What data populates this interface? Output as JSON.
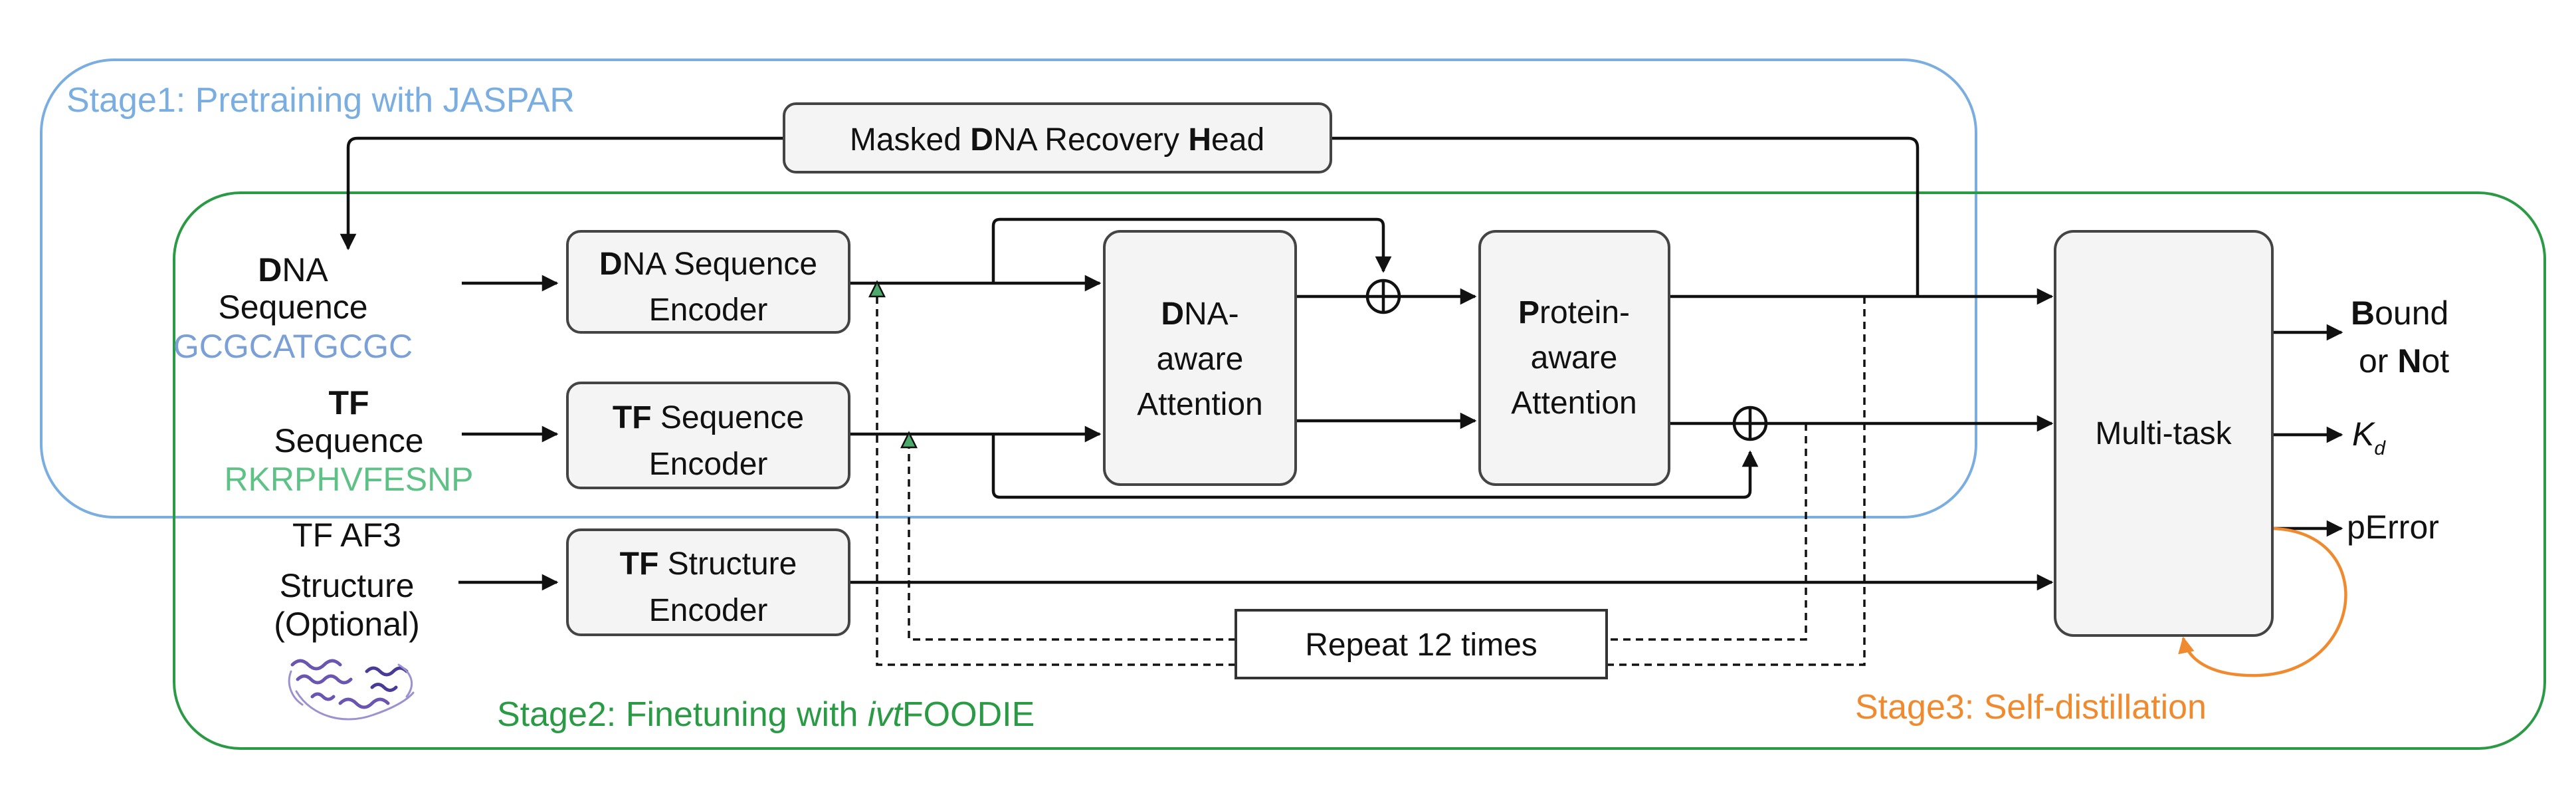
{
  "stages": {
    "stage1": "Stage1: Pretraining with JASPAR",
    "stage2_prefix": "Stage2: Finetuning with ",
    "stage2_italic": "ivt",
    "stage2_suffix": "FOODIE",
    "stage3": "Stage3: Self-distillation"
  },
  "colors": {
    "stage1": "#7aaee0",
    "stage2": "#2a9a45",
    "stage3": "#f08a2e",
    "dna_seq": "#7aa0d6",
    "tf_seq": "#5ec287",
    "protein_icon": "#6a55b0"
  },
  "inputs": {
    "dna": {
      "bold": "D",
      "rest": "NA",
      "line2": "Sequence",
      "sequence": "GCGCATGCGC"
    },
    "tf": {
      "line1": "TF",
      "line2": "Sequence",
      "sequence": "RKRPHVFESNP"
    },
    "struct": {
      "line1": "TF AF3",
      "line2": "Structure",
      "line3": "(Optional)",
      "icon": "protein-structure-icon"
    }
  },
  "modules": {
    "mask_head": {
      "b1": "D",
      "r1": "NA Recovery ",
      "b2": "H",
      "r2": "ead",
      "pre": "Masked "
    },
    "dna_encoder": {
      "b": "D",
      "r": "NA Sequence",
      "line2": "Encoder"
    },
    "tf_encoder": {
      "b": "TF",
      "r": " Sequence",
      "line2": "Encoder"
    },
    "struct_encoder": {
      "b": "TF",
      "r": " Structure",
      "line2": "Encoder"
    },
    "dna_attn": {
      "b": "D",
      "r": "NA-",
      "line2": "aware",
      "line3": "Attention"
    },
    "prot_attn": {
      "b": "P",
      "r": "rotein-",
      "line2": "aware",
      "line3": "Attention"
    },
    "multitask": "Multi-task",
    "repeat": "Repeat 12 times"
  },
  "outputs": {
    "bound": {
      "b1": "B",
      "r1": "ound",
      "pre2": "or ",
      "b2": "N",
      "r2": "ot"
    },
    "kd": {
      "main": "K",
      "sub": "d"
    },
    "perror": "pError"
  },
  "symbols": {
    "add": "circle-plus-icon",
    "gate": "triangle-marker-icon"
  }
}
